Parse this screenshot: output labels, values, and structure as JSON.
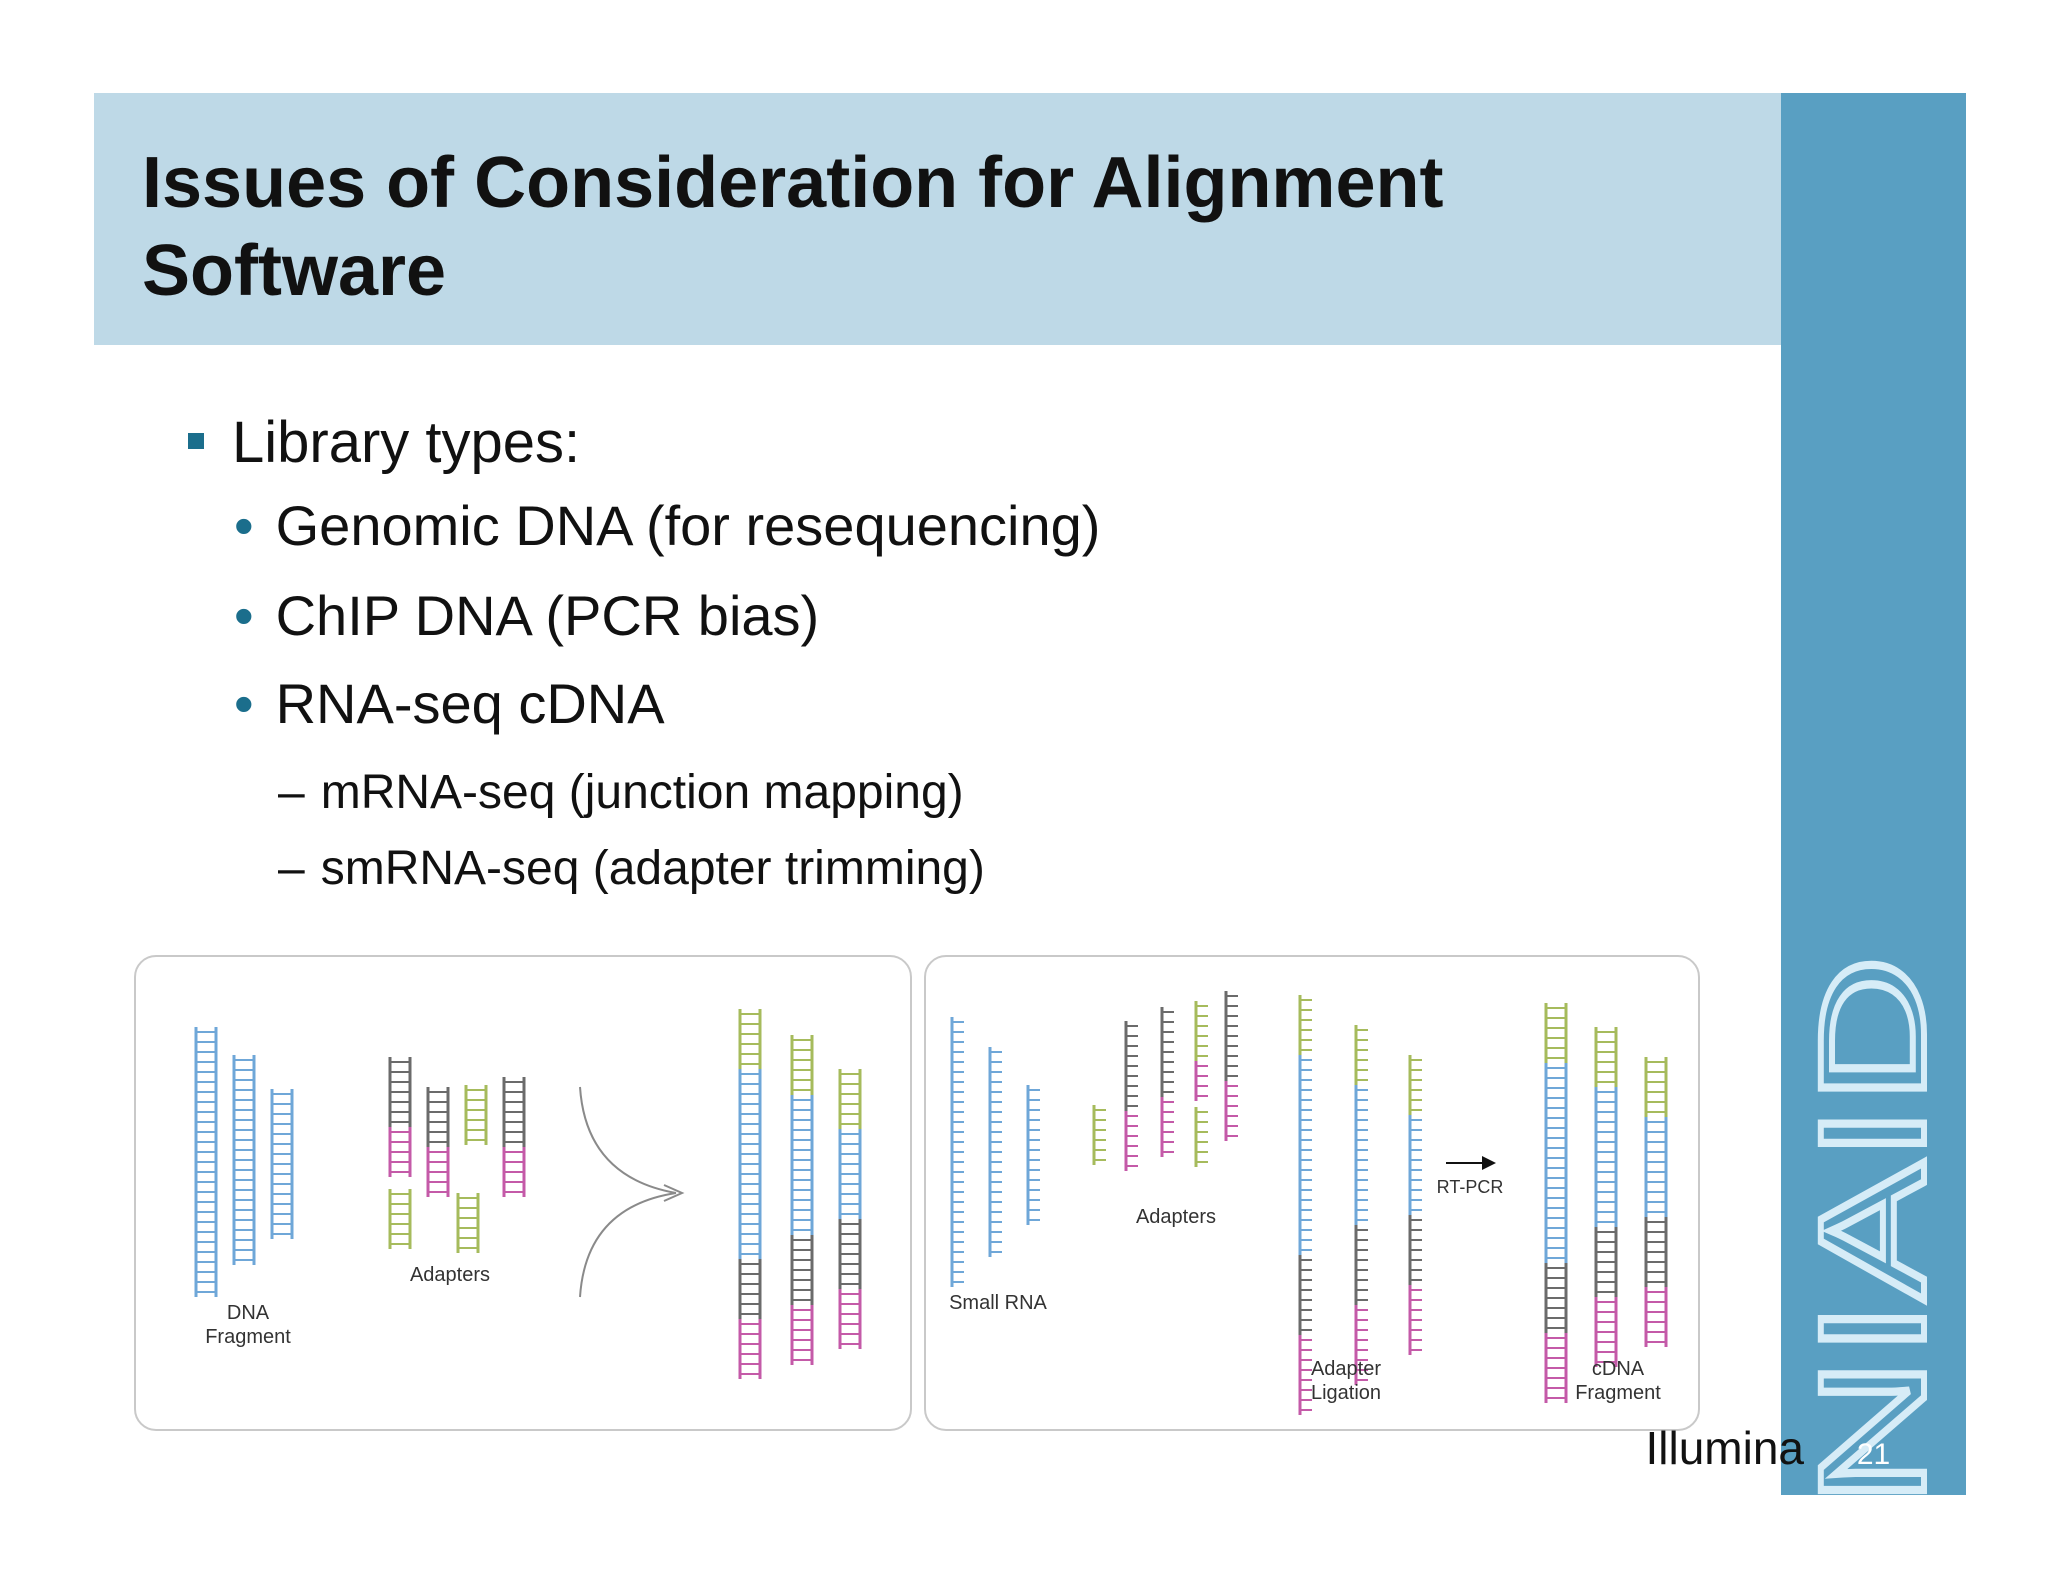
{
  "slide": {
    "title": "Issues of Consideration for Alignment Software",
    "brand": "NIAID",
    "page_number": "21",
    "credit": "Illumina"
  },
  "bullets": {
    "main": "Library types:",
    "items": [
      "Genomic DNA (for resequencing)",
      "ChIP DNA (PCR bias)",
      "RNA-seq cDNA"
    ],
    "subitems": [
      "mRNA-seq (junction mapping)",
      "smRNA-seq (adapter trimming)"
    ]
  },
  "figure_left": {
    "dna_label_1": "DNA",
    "dna_label_2": "Fragment",
    "adapters_label": "Adapters"
  },
  "figure_right": {
    "small_rna_label": "Small RNA",
    "adapters_label": "Adapters",
    "ligation_label_1": "Adapter",
    "ligation_label_2": "Ligation",
    "rtpcr_label": "RT-PCR",
    "cdna_label_1": "cDNA",
    "cdna_label_2": "Fragment"
  },
  "colors": {
    "title_band": "#bed9e7",
    "sidebar": "#599fc2",
    "bullet_marker": "#1b6e8c",
    "strand_blue": "#6fa7d8",
    "strand_grey": "#6b6b6b",
    "strand_magenta": "#c45aa8",
    "strand_green": "#a6bb5c"
  }
}
